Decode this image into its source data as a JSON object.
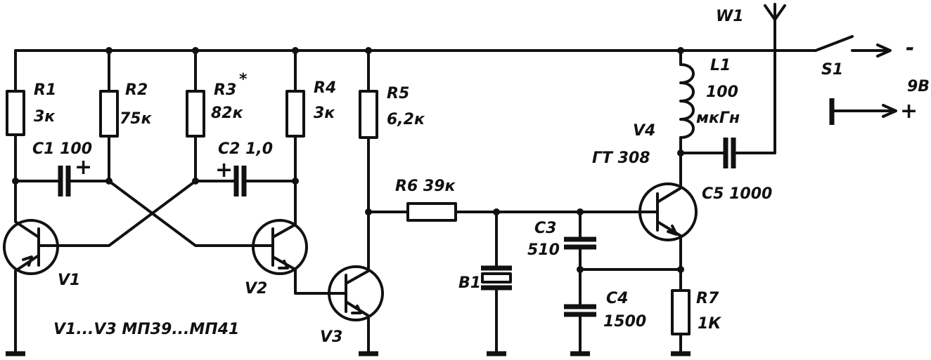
{
  "labels": {
    "r1_name": "R1",
    "r1_value": "3к",
    "r2_name": "R2",
    "r2_value": "75к",
    "r3_name": "R3",
    "r3_star": "*",
    "r3_value": "82к",
    "r4_name": "R4",
    "r4_value": "3к",
    "r5_name": "R5",
    "r5_value": "6,2к",
    "r6": "R6 39к",
    "r7_name": "R7",
    "r7_value": "1К",
    "c1": "C1 100",
    "c1_plus": "+",
    "c2": "C2 1,0",
    "c2_plus": "+",
    "c3_name": "C3",
    "c3_value": "510",
    "c4_name": "C4",
    "c4_value": "1500",
    "c5": "C5 1000",
    "v1": "V1",
    "v2": "V2",
    "v3": "V3",
    "v4_name": "V4",
    "v4_type": "ГТ 308",
    "transistors_note": "V1...V3 МП39...МП41",
    "b1": "B1",
    "w1": "W1",
    "l1_name": "L1",
    "l1_value": "100",
    "l1_unit": "мкГн",
    "s1": "S1",
    "supply": "9В",
    "minus": "-",
    "plus": "+"
  }
}
